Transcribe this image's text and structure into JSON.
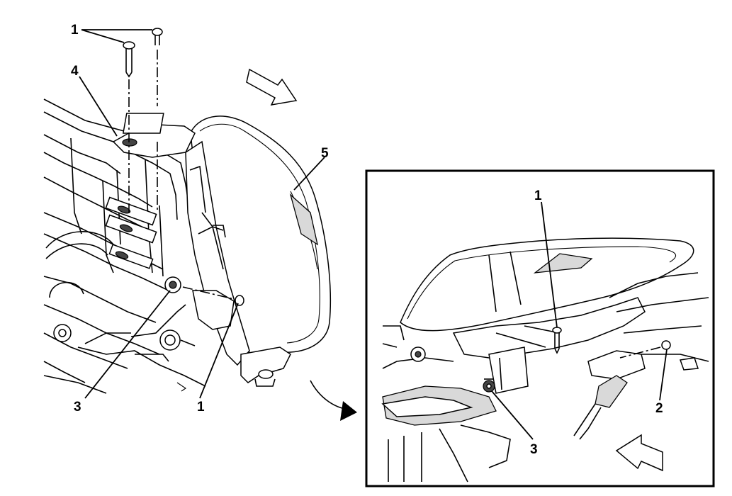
{
  "callouts": {
    "c1_top": "1",
    "c4": "4",
    "c5": "5",
    "c3_main": "3",
    "c1_main": "1",
    "c1_inset": "1",
    "c2_inset": "2",
    "c3_inset": "3"
  }
}
